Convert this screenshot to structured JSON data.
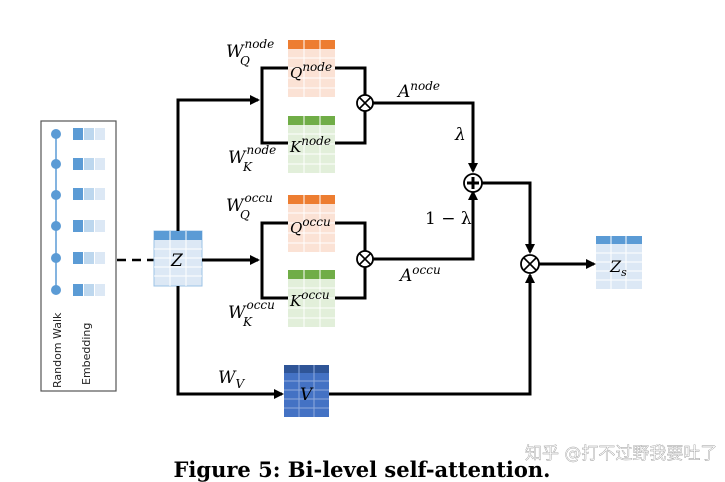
{
  "left_panel": {
    "random_walk_label": "Random Walk",
    "embedding_label": "Embedding"
  },
  "nodes": {
    "z": "Z",
    "v": "V",
    "zs_base": "Z",
    "zs_sub": "s",
    "q_node_base": "Q",
    "q_node_sup": "node",
    "k_node_base": "K",
    "k_node_sup": "node",
    "q_occu_base": "Q",
    "q_occu_sup": "occu",
    "k_occu_base": "K",
    "k_occu_sup": "occu"
  },
  "labels": {
    "wq_node": {
      "base": "W",
      "sub": "Q",
      "sup": "node"
    },
    "wk_node": {
      "base": "W",
      "sub": "K",
      "sup": "node"
    },
    "wq_occu": {
      "base": "W",
      "sub": "Q",
      "sup": "occu"
    },
    "wk_occu": {
      "base": "W",
      "sub": "K",
      "sup": "occu"
    },
    "wv": {
      "base": "W",
      "sub": "V"
    },
    "a_node": {
      "base": "A",
      "sup": "node"
    },
    "a_occu": {
      "base": "A",
      "sup": "occu"
    },
    "lambda": "λ",
    "one_minus_lambda": "1 − λ"
  },
  "operators": {
    "multiply": "⊗",
    "add": "+"
  },
  "caption": "Figure 5: Bi-level self-attention.",
  "watermark": "知乎 @打不过野我要吐了",
  "colors": {
    "blue_header": "#5b9bd5",
    "blue_cell": "#dce8f5",
    "orange_header": "#ed7d31",
    "orange_cell": "#fbe2d5",
    "green_header": "#70ad47",
    "green_cell": "#e2efda",
    "v_fill": "#4472c4",
    "line": "#000000"
  }
}
